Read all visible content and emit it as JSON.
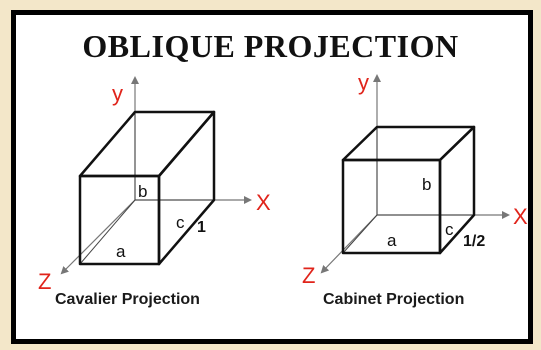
{
  "title": "OBLIQUE PROJECTION",
  "colors": {
    "axis_label": "#e0241b",
    "border": "#000000",
    "background": "#f3e7c9"
  },
  "cavalier": {
    "axis_y": "y",
    "axis_x": "X",
    "axis_z": "Z",
    "label_a": "a",
    "label_b": "b",
    "label_c": "c",
    "ratio": "1",
    "caption": "Cavalier Projection"
  },
  "cabinet": {
    "axis_y": "y",
    "axis_x": "X",
    "axis_z": "Z",
    "label_a": "a",
    "label_b": "b",
    "label_c": "c",
    "ratio": "1/2",
    "caption": "Cabinet Projection"
  }
}
